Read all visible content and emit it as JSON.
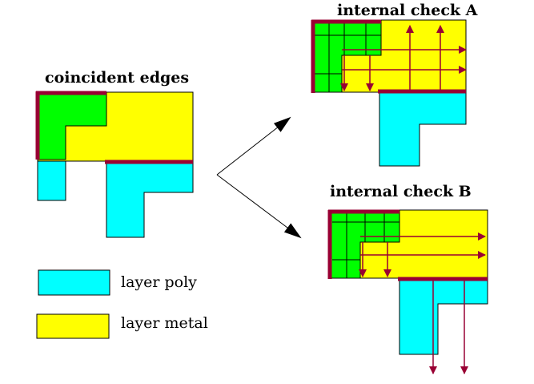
{
  "labels": {
    "coincident": "coincident edges",
    "check_a": "internal check A",
    "check_b": "internal check B"
  },
  "legend": [
    {
      "label": "layer poly",
      "color": "#00ffff"
    },
    {
      "label": "layer metal",
      "color": "#ffff00"
    }
  ],
  "colors": {
    "poly": "#00ffff",
    "metal": "#ffff00",
    "overlap": "#00ff00",
    "edge": "#990033",
    "arrow": "#990033",
    "outline": "#000000"
  }
}
